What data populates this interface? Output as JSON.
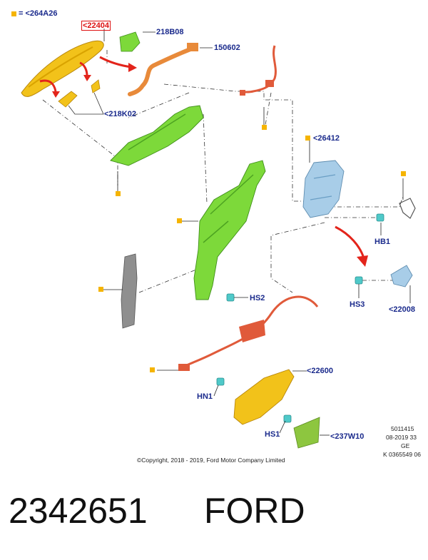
{
  "legend": {
    "label": "= <264A26",
    "color": "#f5b400"
  },
  "parts": {
    "p22404": "<22404",
    "p218B08": "218B08",
    "p150602": "150602",
    "p218K02": "<218K02",
    "p26412": "<26412",
    "pHB1": "HB1",
    "pHS2": "HS2",
    "pHS3": "HS3",
    "p22008": "<22008",
    "p22600": "<22600",
    "pHN1": "HN1",
    "pHS1": "HS1",
    "p237W10": "<237W10"
  },
  "meta": {
    "line1": "5011415",
    "line2": "08-2019 33",
    "line3": "GE",
    "line4": "K 0365549 06"
  },
  "copyright": "©Copyright, 2018 - 2019, Ford Motor Company Limited",
  "part_number": "2342651",
  "brand": "FORD",
  "colors": {
    "label_blue": "#1a2a8c",
    "marker_orange": "#f5b400",
    "handle_yellow": "#f2c21a",
    "carrier_green": "#7dd93a",
    "latch_blue": "#a8cde8",
    "cable_red": "#e05a3a",
    "arrow_red": "#e3241b",
    "fastener_teal": "#4fc9c9"
  }
}
